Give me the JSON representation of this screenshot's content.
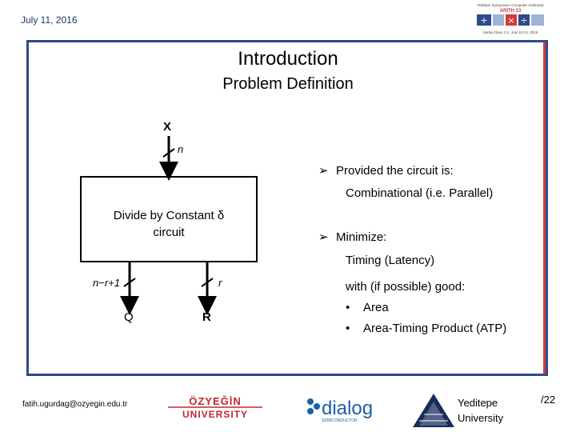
{
  "header": {
    "date": "July 11, 2016",
    "conference_logo": {
      "lines": [
        "Yeditepe Symposium Computer Arithmetic",
        "ARITH 23",
        "Santa Clara, CA, July 10-13, 2016"
      ],
      "accent_colors": [
        "#2e4a8b",
        "#d23a3a"
      ]
    }
  },
  "slide": {
    "title": "Introduction",
    "subtitle": "Problem Definition"
  },
  "diagram": {
    "input_label": "X",
    "input_width": "n",
    "box_label_line1": "Divide by Constant δ",
    "box_label_line2": "circuit",
    "output_q_width": "n−r+1",
    "output_r_width": "r",
    "output_q_label": "Q",
    "output_r_label": "R"
  },
  "bullets": {
    "b1": "Provided the circuit is:",
    "b1_sub": "Combinational (i.e. Parallel)",
    "b2": "Minimize:",
    "b2_sub": "Timing (Latency)",
    "b2_with": "with (if possible) good:",
    "b2_items": [
      "Area",
      "Area-Timing Product (ATP)"
    ],
    "arrow_icon": "arrow-bullet-icon"
  },
  "footer": {
    "email": "fatih.ugurdag@ozyegin.edu.tr",
    "ozyegin_text": [
      "ÖZYEĞİN",
      "UNIVERSITY"
    ],
    "dialog_text": "dialog",
    "dialog_sub": "SEMICONDUCTOR",
    "yeditepe_line1": "Yeditepe",
    "yeditepe_line2": "University",
    "page_number": "/22",
    "colors": {
      "ozyegin_red": "#c0282d",
      "dialog_blue": "#1d5fa8"
    }
  }
}
